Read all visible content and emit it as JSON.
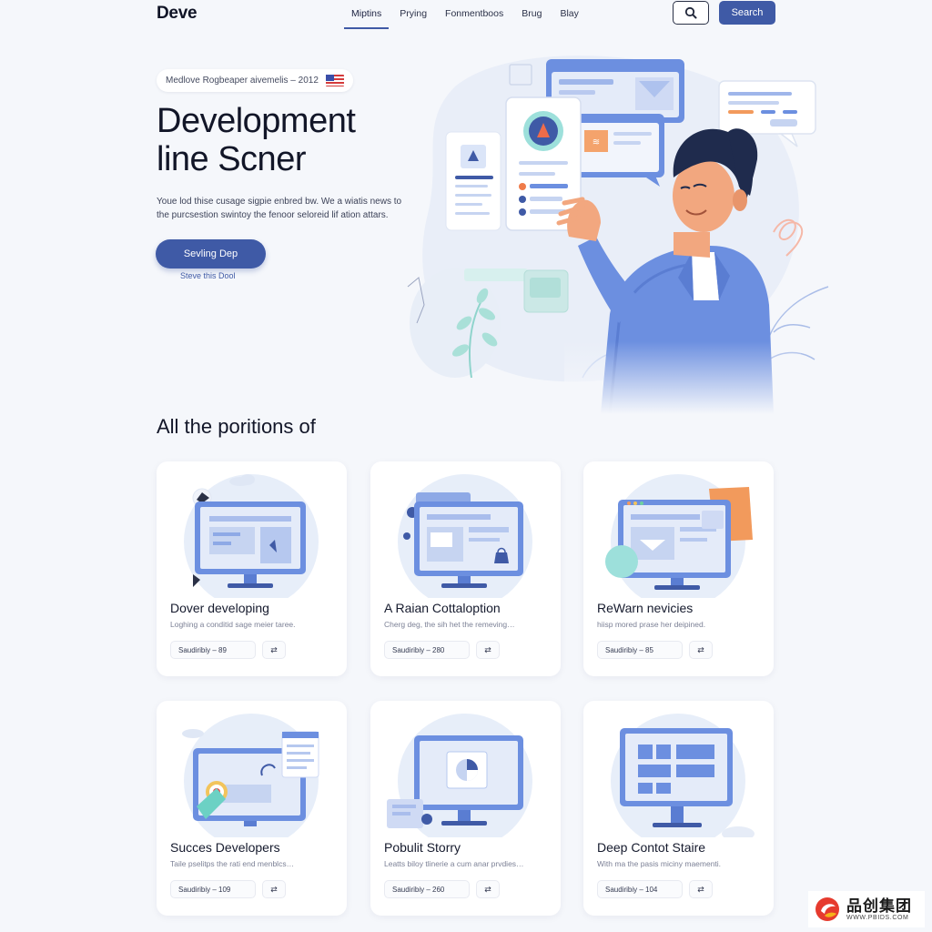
{
  "nav": {
    "brand": "Deve",
    "links": [
      "Miptins",
      "Prying",
      "Fonmentboos",
      "Brug",
      "Blay"
    ],
    "search_label": "Search"
  },
  "hero": {
    "badge": "Medlove Rogbeaper aivemelis – 2012",
    "title_line1": "Development",
    "title_line2": "line Scner",
    "desc_line1": "Youe lod thise cusage sigpie enbred bw. We a wiatis news to",
    "desc_line2": "the purcsestion swintoy the fenoor seloreid lif ation attars.",
    "cta_label": "Sevling Dep",
    "cta_link": "Steve this Dool"
  },
  "section": {
    "title": "All the poritions of"
  },
  "cards": [
    {
      "title": "Dover developing",
      "desc": "Loghing a conditid sage meier taree.",
      "meta": "Saudiribiy – 89",
      "link": "⇄"
    },
    {
      "title": "A Raian Cottaloption",
      "desc": "Cherg deg, the sih het the remeving…",
      "meta": "Saudiribiy – 280",
      "link": "⇄"
    },
    {
      "title": "ReWarn nevicies",
      "desc": "hiisp mored prase her deipined.",
      "meta": "Saudiribiy – 85",
      "link": "⇄"
    },
    {
      "title": "Succes Developers",
      "desc": "Taile pselitps the rati end menblcs…",
      "meta": "Saudiribiy – 109",
      "link": "⇄"
    },
    {
      "title": "Pobulit Storry",
      "desc": "Leatts biloy tlinerie a cum anar prvdies…",
      "meta": "Saudiribiy – 260",
      "link": "⇄"
    },
    {
      "title": "Deep Contot Staire",
      "desc": "With ma the pasis miciny maementi.",
      "meta": "Saudiribiy – 104",
      "link": "⇄"
    }
  ],
  "watermark": {
    "cn": "品创集团",
    "url": "WWW.PBIDS.COM"
  },
  "colors": {
    "accent": "#3f5aa6",
    "illustration_blue": "#6c8fe0",
    "background": "#f5f7fb"
  }
}
